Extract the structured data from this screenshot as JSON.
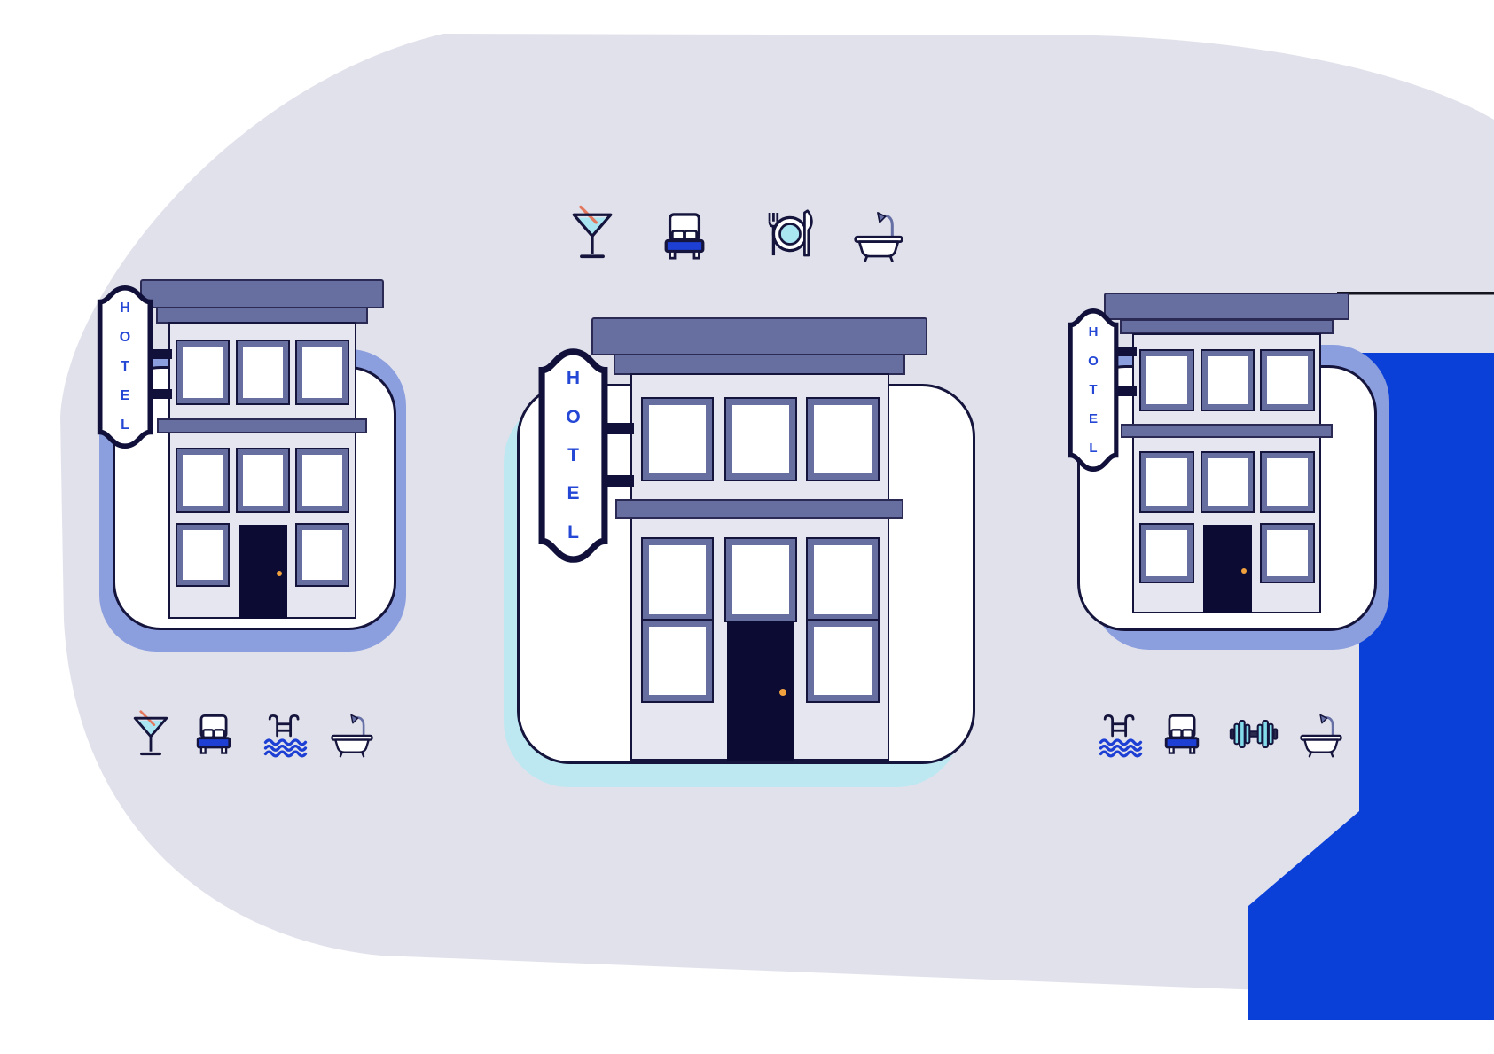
{
  "illustration": {
    "title": "three-hotels-with-amenities-illustration"
  },
  "hotels": [
    {
      "id": "hotel-left",
      "sign_text": "HOTEL",
      "sign_letters": [
        "H",
        "O",
        "T",
        "E",
        "L"
      ],
      "amenities": [
        {
          "icon": "martini-icon",
          "label": "cocktail-bar"
        },
        {
          "icon": "bed-icon",
          "label": "double-bed"
        },
        {
          "icon": "pool-icon",
          "label": "swimming-pool"
        },
        {
          "icon": "bath-shower-icon",
          "label": "bath-with-shower"
        }
      ]
    },
    {
      "id": "hotel-center",
      "sign_text": "HOTEL",
      "sign_letters": [
        "H",
        "O",
        "T",
        "E",
        "L"
      ],
      "amenities": [
        {
          "icon": "martini-icon",
          "label": "cocktail-bar"
        },
        {
          "icon": "bed-icon",
          "label": "double-bed"
        },
        {
          "icon": "dining-icon",
          "label": "restaurant"
        },
        {
          "icon": "bath-shower-icon",
          "label": "bath-with-shower"
        }
      ]
    },
    {
      "id": "hotel-right",
      "sign_text": "HOTEL",
      "sign_letters": [
        "H",
        "O",
        "T",
        "E",
        "L"
      ],
      "amenities": [
        {
          "icon": "pool-icon",
          "label": "swimming-pool"
        },
        {
          "icon": "bed-icon",
          "label": "double-bed"
        },
        {
          "icon": "dumbbell-icon",
          "label": "gym"
        },
        {
          "icon": "bath-shower-icon",
          "label": "bath-with-shower"
        }
      ]
    }
  ],
  "colors": {
    "lavender": "#e1e1ec",
    "wall": "#e6e6f1",
    "slate": "#666f9f",
    "outline": "#14143c",
    "door_navy": "#0b0b33",
    "sign_navy": "#10103a",
    "sign_letter_blue": "#2447d6",
    "periwinkle": "#8b9ede",
    "cyan_card": "#bee8f1",
    "royal_blue": "#0a40d8",
    "icon_blue": "#1d3fd3",
    "icon_cyan": "#a9e6f2",
    "dumbbell_cyan": "#83dcea",
    "stirrer_salmon": "#e4785e",
    "shower_slate": "#6670a5",
    "knob_orange": "#f0a13e",
    "card_white": "#ffffff"
  }
}
